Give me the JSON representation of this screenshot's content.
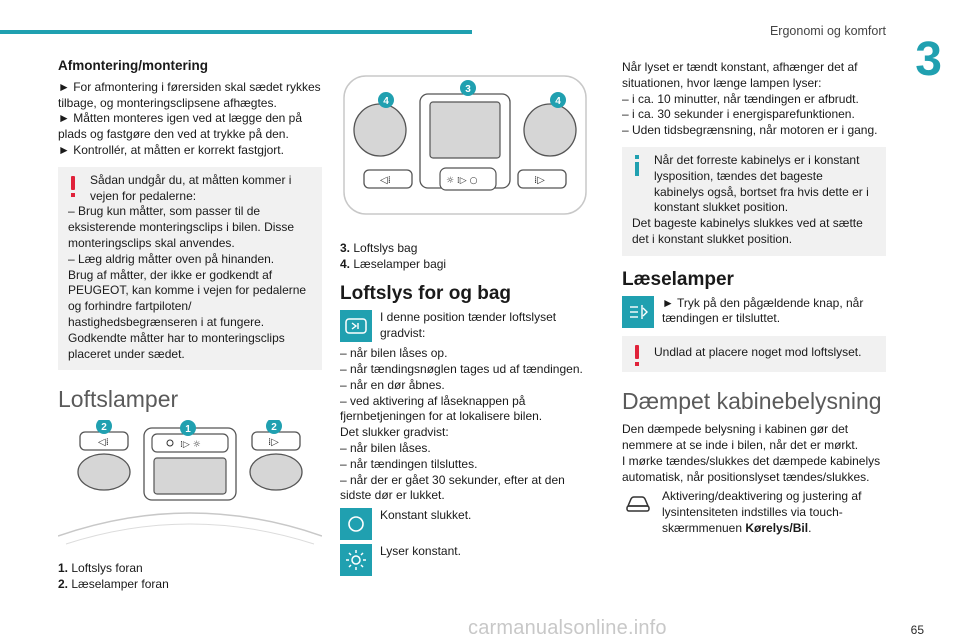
{
  "header": {
    "chapter_title": "Ergonomi og komfort",
    "chapter_number": "3",
    "page_number": "65"
  },
  "watermark": "carmanualsonline.info",
  "colors": {
    "accent": "#20a0b0",
    "warning": "#e0223a",
    "note_bg": "#f1f1f1"
  },
  "col1": {
    "section_title": "Afmontering/montering",
    "steps": [
      "► For afmontering i førersiden skal sædet rykkes tilbage, og monteringsclipsene afhægtes.",
      "► Måtten monteres igen ved at lægge den på plads og fastgøre den ved at trykke på den.",
      "► Kontrollér, at måtten er korrekt fastgjort."
    ],
    "warning_first": "Sådan undgår du, at måtten kommer i vejen for pedalerne:",
    "warning_lines": [
      "– Brug kun måtter, som passer til de eksisterende monteringsclips i bilen. Disse monteringsclips skal anvendes.",
      "– Læg aldrig måtter oven på hinanden.",
      "Brug af måtter, der ikke er godkendt af PEUGEOT, kan komme i vejen for pedalerne og forhindre fartpiloten/ hastighedsbegrænseren i at fungere.",
      "Godkendte måtter har to monteringsclips placeret under sædet."
    ],
    "heading_loftslamper": "Loftslamper",
    "figure_labels": [
      "2",
      "1",
      "2"
    ],
    "list": [
      {
        "num": "1.",
        "text": "Loftslys foran"
      },
      {
        "num": "2.",
        "text": "Læselamper foran"
      }
    ]
  },
  "col2": {
    "figure_labels": [
      "4",
      "3",
      "4"
    ],
    "list": [
      {
        "num": "3.",
        "text": "Loftslys bag"
      },
      {
        "num": "4.",
        "text": "Læselamper bagi"
      }
    ],
    "heading": "Loftslys for og bag",
    "intro_first": "I denne position tænder loftslyset gradvist:",
    "lines": [
      "– når bilen låses op.",
      "– når tændingsnøglen tages ud af tændingen.",
      "– når en dør åbnes.",
      "– ved aktivering af låseknappen på fjernbetjeningen for at lokalisere bilen.",
      "Det slukker gradvist:",
      "– når bilen låses.",
      "– når tændingen tilsluttes.",
      "– når der er gået 30 sekunder, efter at den sidste dør er lukket."
    ],
    "off_label": "Konstant slukket.",
    "on_label": "Lyser konstant."
  },
  "col3": {
    "intro": "Når lyset er tændt konstant, afhænger det af situationen, hvor længe lampen lyser:",
    "lines": [
      "– i ca. 10 minutter, når tændingen er afbrudt.",
      "– i ca. 30 sekunder i energisparefunktionen.",
      "– Uden tidsbegrænsning, når motoren er i gang."
    ],
    "info_first": "Når det forreste kabinelys er i konstant lysposition, tændes det bageste kabinelys også, bortset fra hvis dette er i konstant slukket position.",
    "info_second": "Det bageste kabinelys slukkes ved at sætte det i konstant slukket position.",
    "heading_laeselamper": "Læselamper",
    "laeselamper_text": "► Tryk på den pågældende knap, når tændingen er tilsluttet.",
    "warning_text": "Undlad at placere noget mod loftslyset.",
    "heading_daempet": "Dæmpet kabinebelysning",
    "daempet_p1": "Den dæmpede belysning i kabinen gør det nemmere at se inde i bilen, når det er mørkt.",
    "daempet_p2": "I mørke tændes/slukkes det dæmpede kabinelys automatisk, når positionslyset tændes/slukkes.",
    "daempet_p3_pre": "Aktivering/deaktivering og justering af lysintensiteten indstilles via touch-skærmmenuen ",
    "daempet_p3_bold": "Kørelys/Bil",
    "daempet_p3_post": "."
  }
}
